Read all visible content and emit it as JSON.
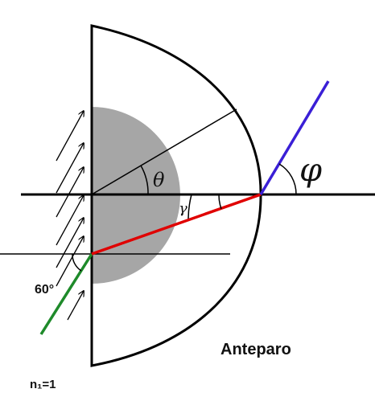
{
  "labels": {
    "screen": "Anteparo",
    "incidence_angle": "60°",
    "theta": "θ",
    "phi": "φ",
    "gamma": "γ",
    "medium_index": "n₁=1"
  },
  "colors": {
    "outline": "#000000",
    "shaded_region": "#a6a6a6",
    "incident_ray": "#1e8a2a",
    "refracted_ray_inside": "#e00000",
    "emergent_ray": "#3a1fd6"
  },
  "icons": {
    "incoming_arrow": "diagonal-arrow-up-right"
  }
}
